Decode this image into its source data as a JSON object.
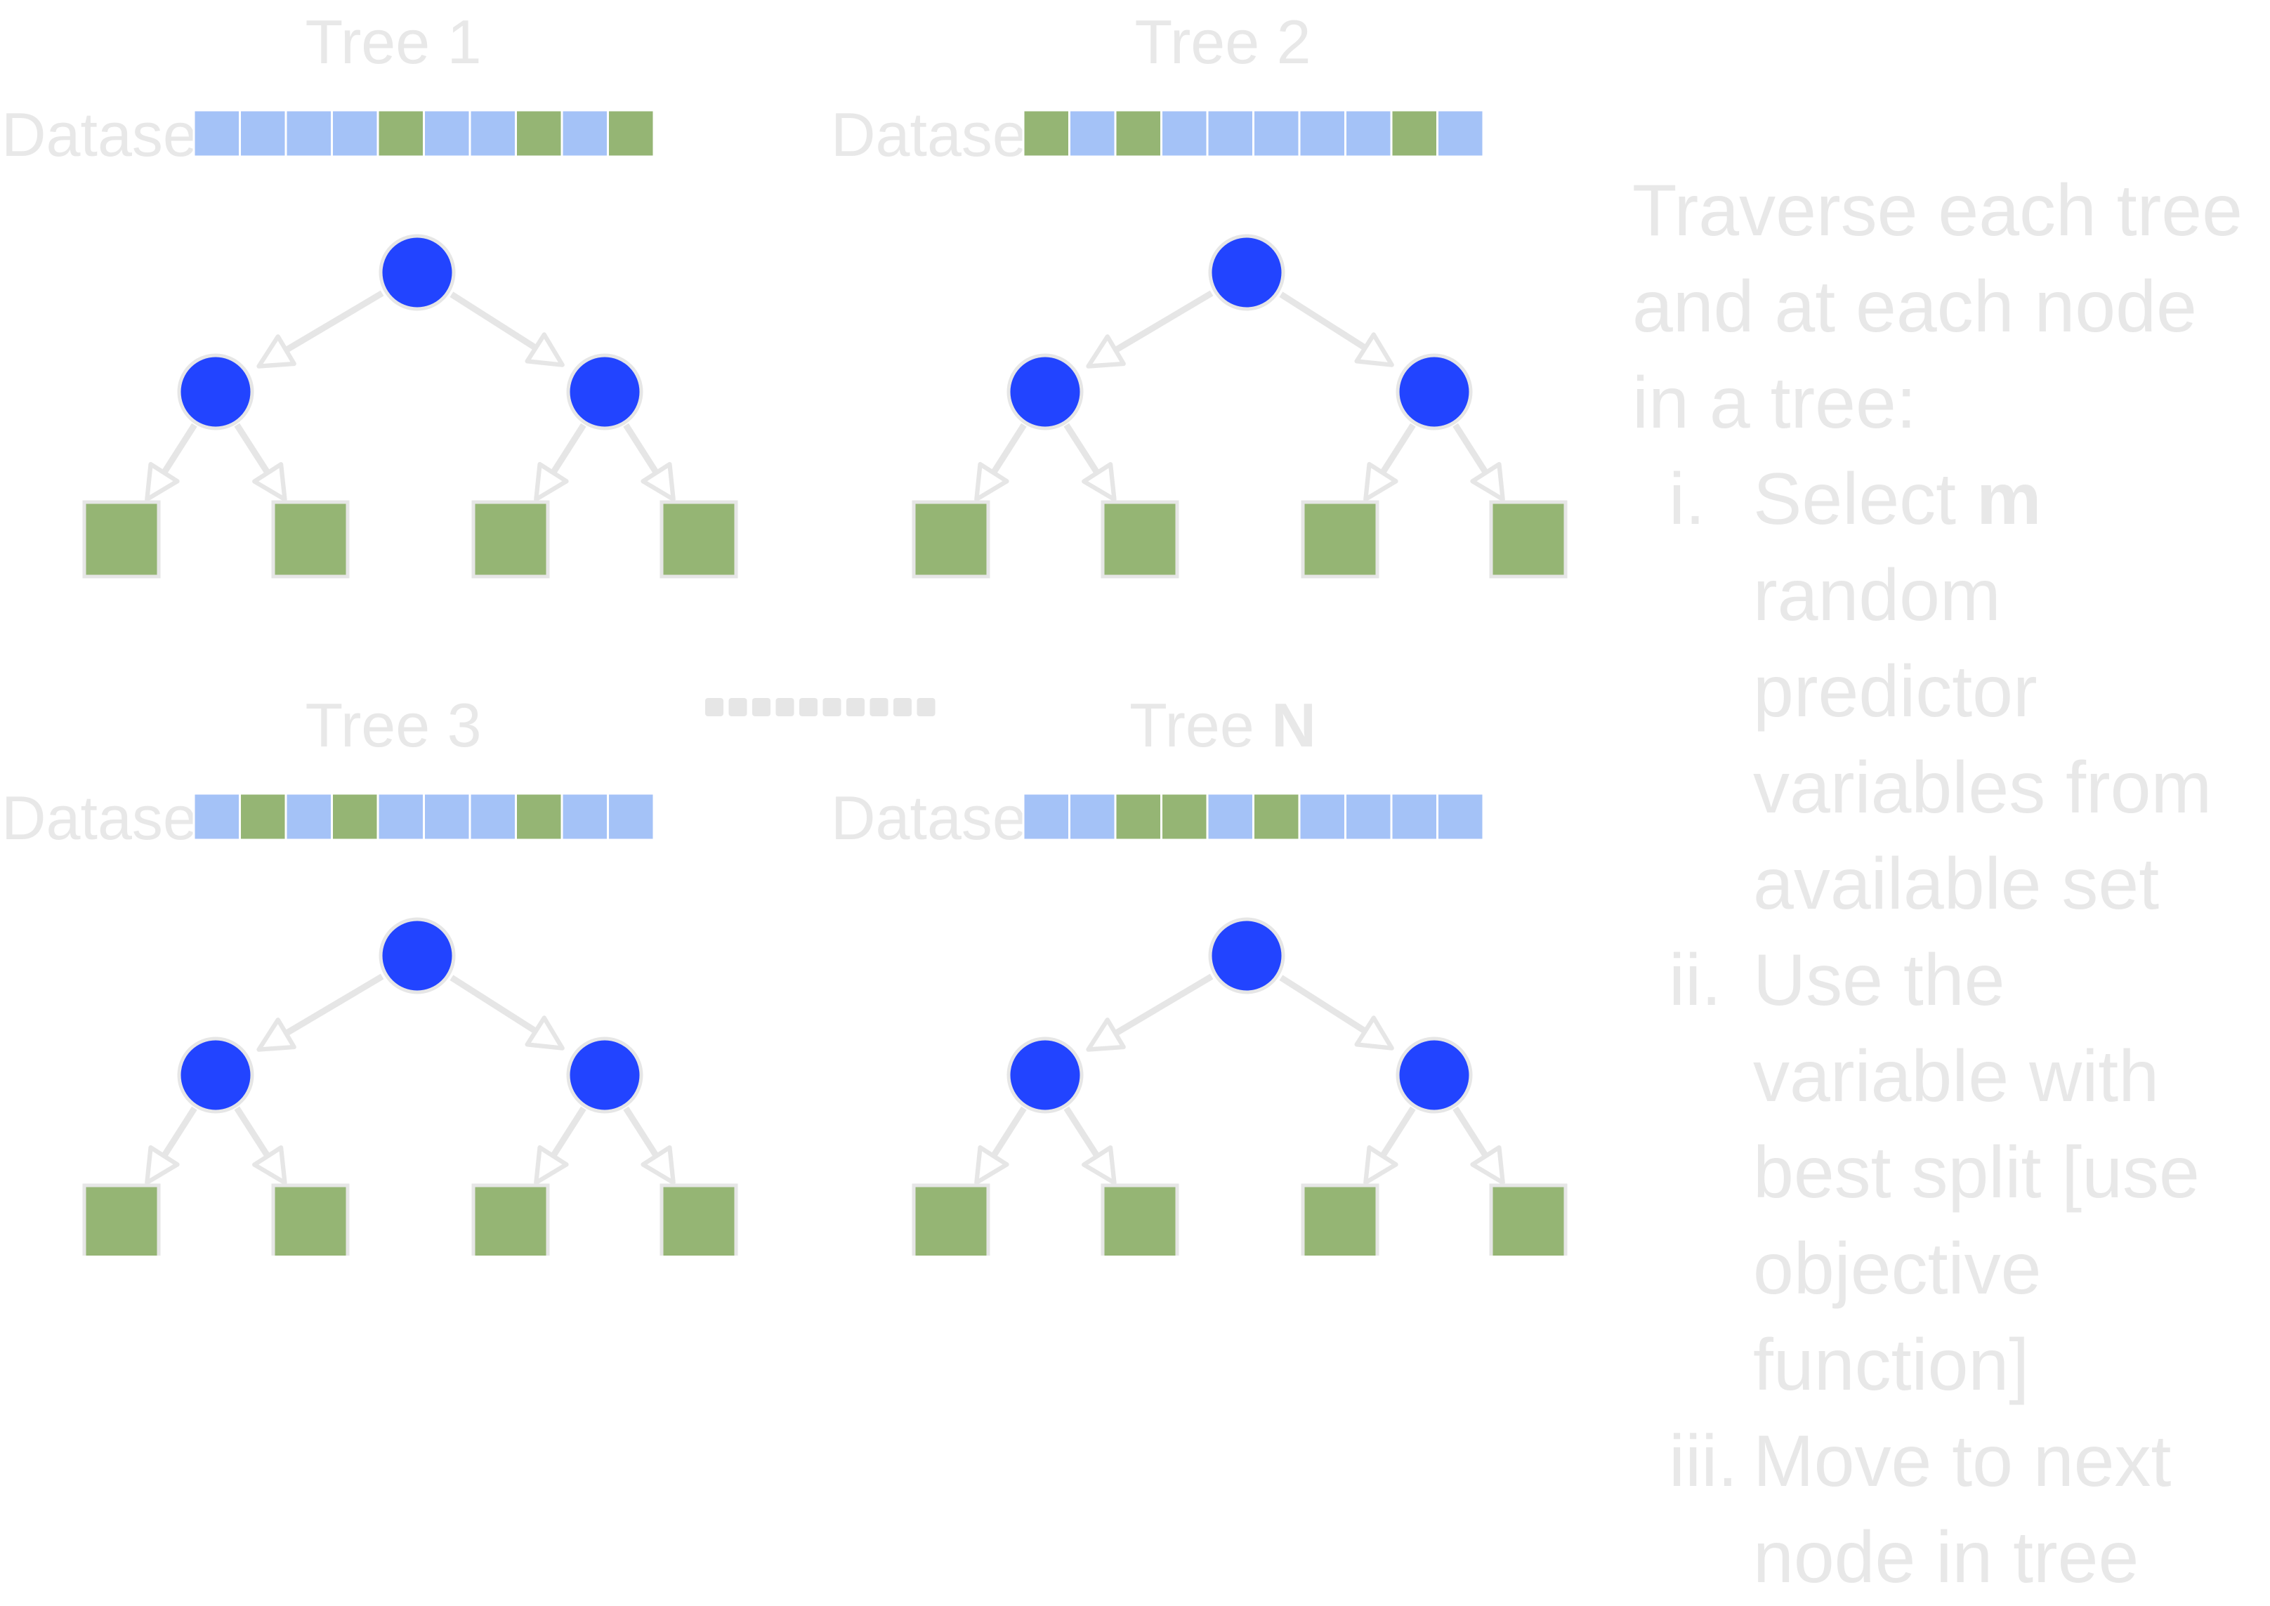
{
  "dataset_label": "Dataset",
  "colors": {
    "node": "#2244ff",
    "leaf": "#95b574",
    "cell_blue": "#a4c2f7",
    "cell_green": "#95b574",
    "text": "#e8e8e8",
    "edge": "#e6e6e6"
  },
  "trees": [
    {
      "title_prefix": "Tree",
      "title_suffix": "1",
      "suffix_bold": false,
      "dataset_cells": [
        "b",
        "b",
        "b",
        "b",
        "g",
        "b",
        "b",
        "g",
        "b",
        "g"
      ]
    },
    {
      "title_prefix": "Tree",
      "title_suffix": "2",
      "suffix_bold": false,
      "dataset_cells": [
        "g",
        "b",
        "g",
        "b",
        "b",
        "b",
        "b",
        "b",
        "g",
        "b"
      ]
    },
    {
      "title_prefix": "Tree",
      "title_suffix": "3",
      "suffix_bold": false,
      "dataset_cells": [
        "b",
        "g",
        "b",
        "g",
        "b",
        "b",
        "b",
        "g",
        "b",
        "b"
      ]
    },
    {
      "title_prefix": "Tree",
      "title_suffix": "N",
      "suffix_bold": true,
      "dataset_cells": [
        "b",
        "b",
        "g",
        "g",
        "b",
        "g",
        "b",
        "b",
        "b",
        "b"
      ]
    }
  ],
  "steps": {
    "intro": "Traverse each tree and at each node in a tree:",
    "items": [
      {
        "num": "i.",
        "pre": "Select ",
        "bold": "m",
        "post": " random predictor variables from available set"
      },
      {
        "num": "ii.",
        "pre": "Use the variable with best split [use objective function]",
        "bold": "",
        "post": ""
      },
      {
        "num": "iii.",
        "pre": "Move to next node in tree",
        "bold": "",
        "post": ""
      }
    ]
  }
}
